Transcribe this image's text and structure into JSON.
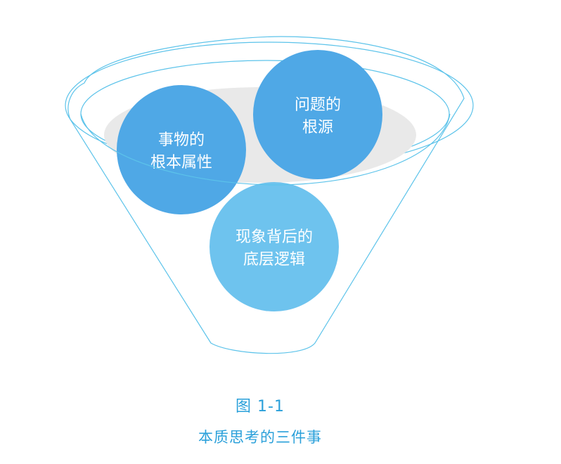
{
  "diagram": {
    "circles": [
      {
        "lines": [
          "事物的",
          "根本属性"
        ]
      },
      {
        "lines": [
          "问题的",
          "根源"
        ]
      },
      {
        "lines": [
          "现象背后的",
          "底层逻辑"
        ]
      }
    ]
  },
  "caption": {
    "figure_number": "图 1-1",
    "title": "本质思考的三件事"
  },
  "colors": {
    "funnel_outline": "#5cc3ea",
    "funnel_inner_fill": "#e9e9e9",
    "circle_dark": "#4fa8e6",
    "circle_light": "#6ec3ee",
    "circle_text": "#ffffff",
    "caption_text": "#2aa0da"
  }
}
